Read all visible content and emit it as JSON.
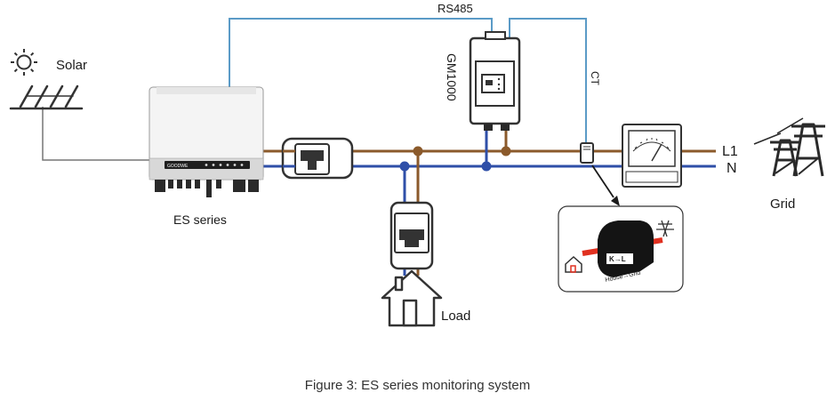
{
  "labels": {
    "solar": "Solar",
    "es_series": "ES series",
    "rs485": "RS485",
    "gm1000": "GM1000",
    "ct": "CT",
    "l1": "L1",
    "n": "N",
    "grid": "Grid",
    "load": "Load",
    "inverter_brand": "GOODWE",
    "clamp_marking": "K→L",
    "clamp_direction": "House→Grid"
  },
  "caption": "Figure 3: ES series monitoring system",
  "colors": {
    "l1_wire": "#8b5a2b",
    "n_wire": "#2f4fa8",
    "comm_wire": "#5b9bc7",
    "solar_wire": "#666666"
  }
}
